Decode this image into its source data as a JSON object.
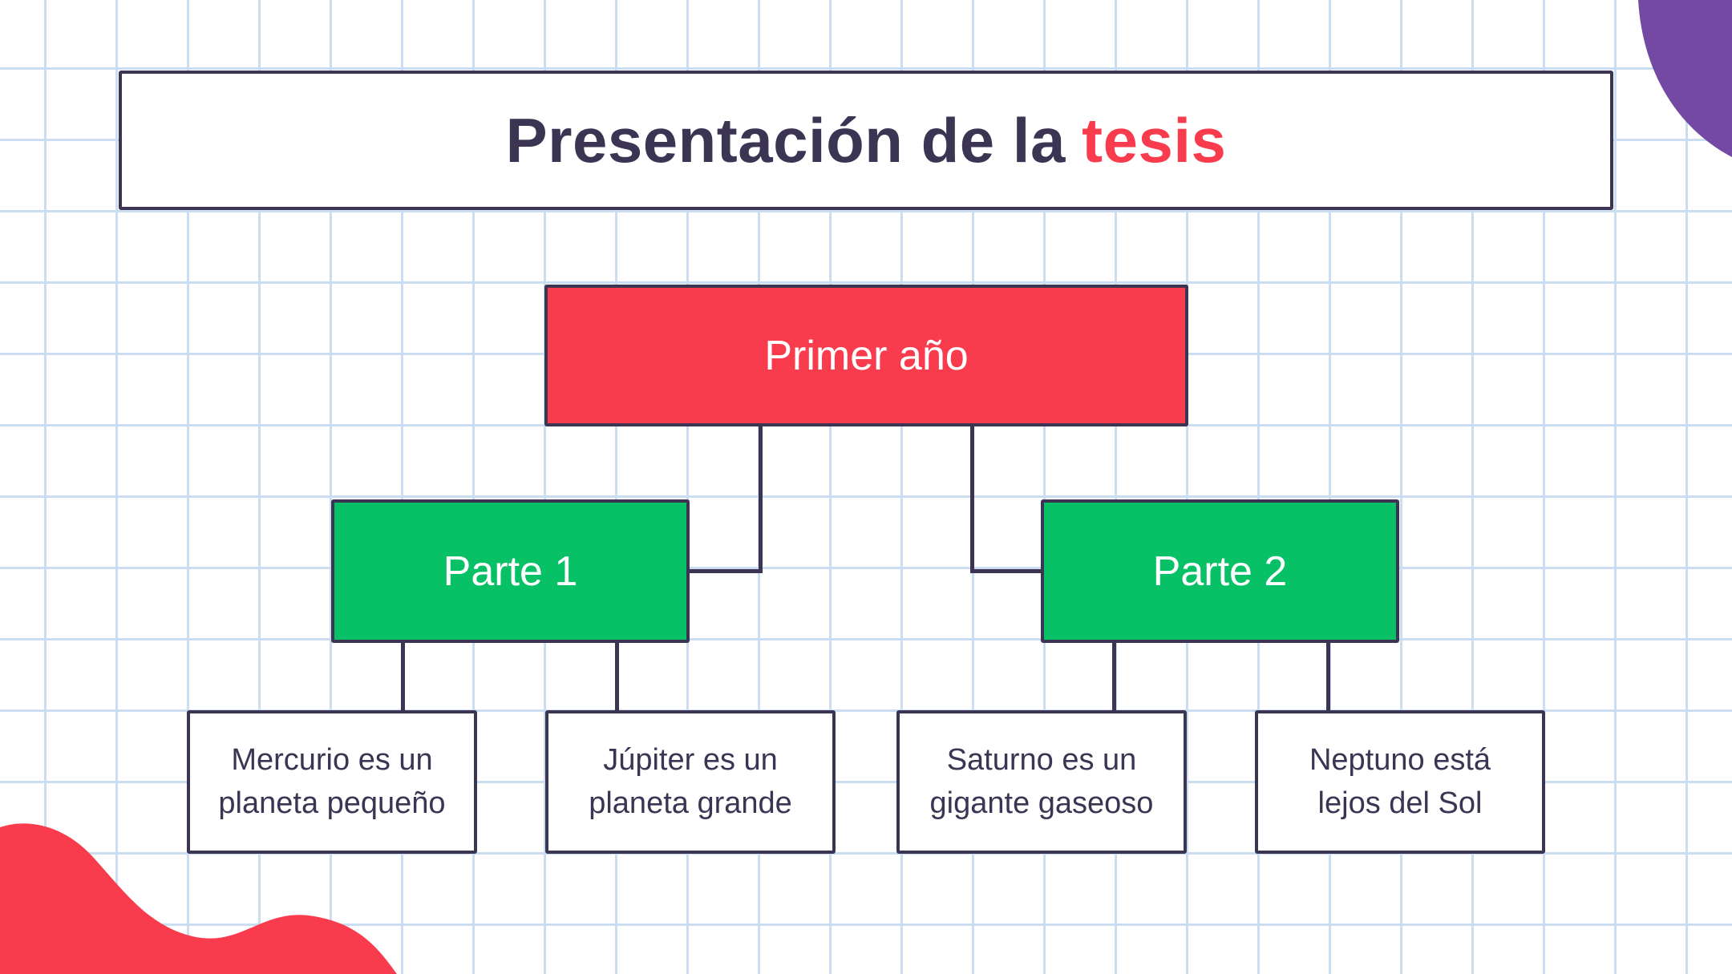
{
  "slide": {
    "title": {
      "prefix": "Presentación de la",
      "accent": "tesis"
    },
    "root": {
      "label": "Primer año"
    },
    "branches": [
      {
        "label": "Parte 1"
      },
      {
        "label": "Parte 2"
      }
    ],
    "leaves": [
      {
        "line1": "Mercurio es un",
        "line2": "planeta pequeño"
      },
      {
        "line1": "Júpiter es un",
        "line2": "planeta grande"
      },
      {
        "line1": "Saturno es un",
        "line2": "gigante gaseoso"
      },
      {
        "line1": "Neptuno está",
        "line2": "lejos del Sol"
      }
    ],
    "colors": {
      "accent_red": "#F93C4D",
      "green": "#08C166",
      "purple": "#7449A4",
      "ink": "#3B3453",
      "grid_line": "#CBDDF1",
      "paper": "#FFFFFF"
    }
  }
}
